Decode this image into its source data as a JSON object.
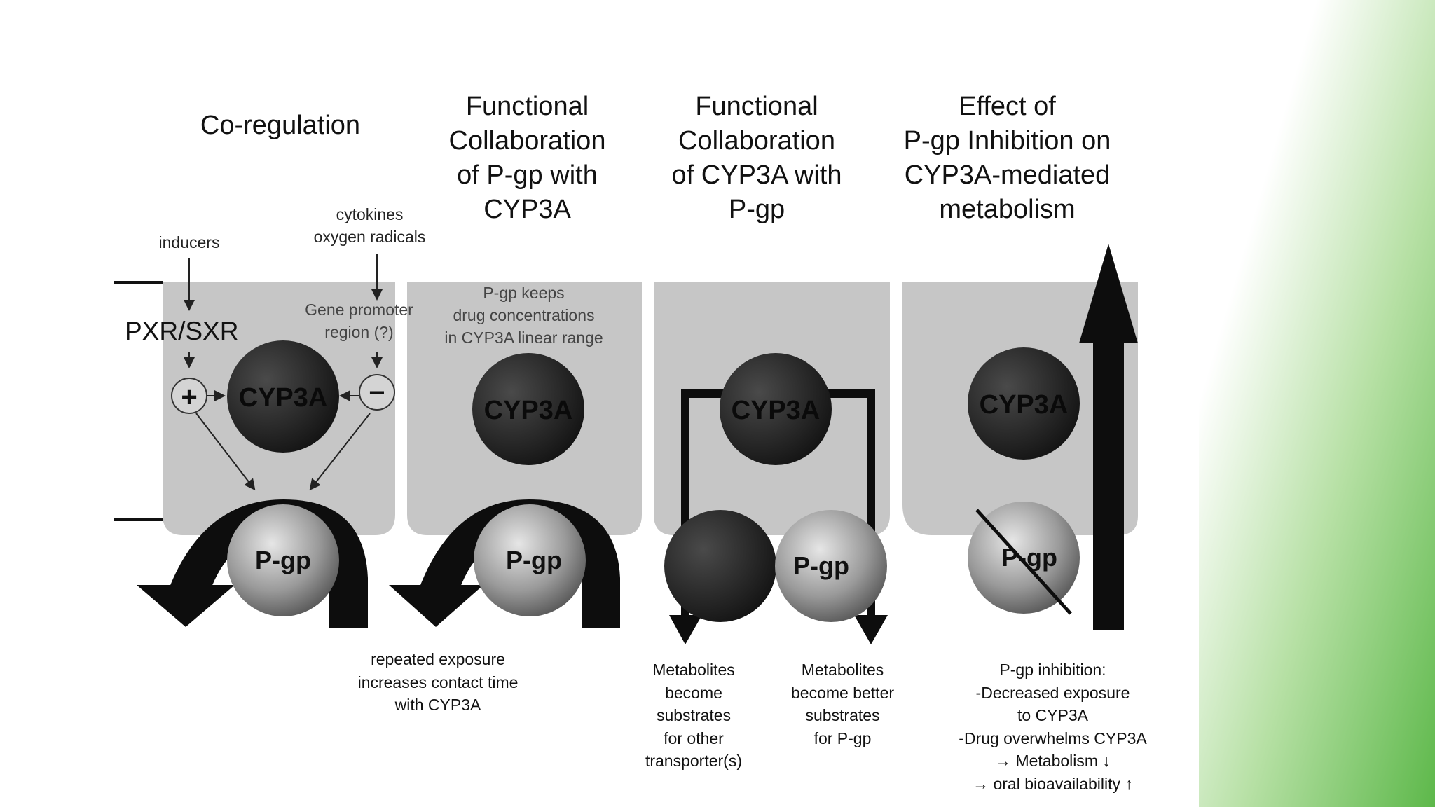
{
  "titles": {
    "coregulation": "Co-regulation",
    "pgp_collab": [
      "Functional",
      "Collaboration",
      "of P-gp with",
      "CYP3A"
    ],
    "cyp_collab": [
      "Functional",
      "Collaboration",
      "of CYP3A with",
      "P-gp"
    ],
    "inhibition": [
      "Effect of",
      "P-gp Inhibition on",
      "CYP3A-mediated",
      "metabolism"
    ]
  },
  "labels": {
    "inducers": "inducers",
    "cytokines": [
      "cytokines",
      "oxygen radicals"
    ],
    "pxr": "PXR/SXR",
    "gene_promoter": [
      "Gene promoter",
      "region (?)"
    ],
    "pgp_keeps": [
      "P-gp keeps",
      "drug concentrations",
      "in CYP3A linear range"
    ],
    "plus": "+",
    "minus": "−",
    "cyp3a": "CYP3A",
    "pgp": "P-gp"
  },
  "notes": {
    "repeated": [
      "repeated exposure",
      "increases contact time",
      "with CYP3A"
    ],
    "metab_other": [
      "Metabolites",
      "become",
      "substrates",
      "for other",
      "transporter(s)"
    ],
    "metab_pgp": [
      "Metabolites",
      "become better",
      "substrates",
      "for P-gp"
    ],
    "inhibition": [
      "P-gp inhibition:",
      "-Decreased exposure",
      "to CYP3A",
      "-Drug overwhelms CYP3A",
      "→ Metabolism ↓",
      "→ oral bioavailability ↑"
    ]
  },
  "colors": {
    "cell": "#c6c6c6",
    "arrow": "#0d0d0d",
    "cyp_sphere": "#2a2a2a",
    "pgp_sphere": "#8f8f8f",
    "green_accent": "#5db84a"
  }
}
